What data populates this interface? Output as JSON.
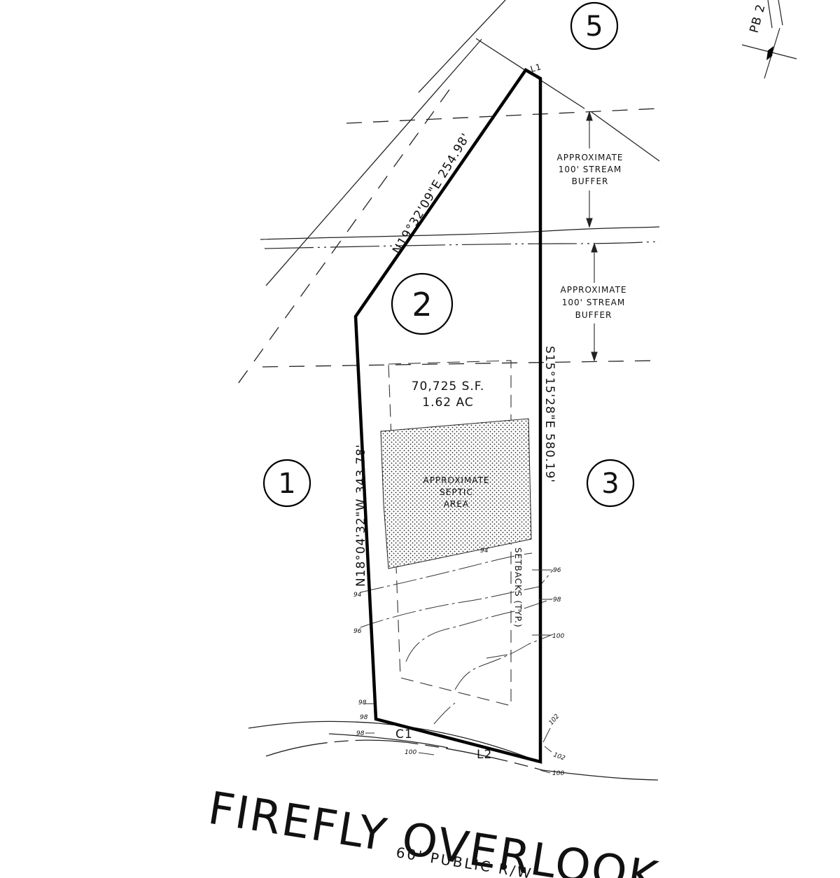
{
  "lots": [
    {
      "id": "lot-1",
      "number": "1"
    },
    {
      "id": "lot-2",
      "number": "2"
    },
    {
      "id": "lot-3",
      "number": "3"
    },
    {
      "id": "lot-5",
      "number": "5"
    }
  ],
  "parcel": {
    "area_sf": "70,725 S.F.",
    "area_ac": "1.62 AC"
  },
  "bearings": {
    "northwest": "N19°32'09\"E   254.98'",
    "east": "S15°15'28\"E   580.19'",
    "west": "N18°04'32\"W   343.78'"
  },
  "line_labels": {
    "l1": "L1",
    "l2": "L2",
    "c1": "C1"
  },
  "stream_buffer": {
    "upper": [
      "APPROXIMATE",
      "100' STREAM",
      "BUFFER"
    ],
    "lower": [
      "APPROXIMATE",
      "100' STREAM",
      "BUFFER"
    ]
  },
  "septic": [
    "APPROXIMATE",
    "SEPTIC",
    "AREA"
  ],
  "setbacks": "SETBACKS (TYP.)",
  "contours": {
    "c94a": "94",
    "c94b": "94",
    "c96a": "96",
    "c96b": "96",
    "c98a": "98",
    "c98b": "98",
    "c98c": "98",
    "c98d": "98",
    "c100a": "100",
    "c100b": "100",
    "c100c": "100",
    "c102a": "102",
    "c102b": "102"
  },
  "road": {
    "name": "FIREFLY OVERLOOK",
    "width": "60' PUBLIC R/W"
  },
  "plat_book_ref": "PB 2"
}
